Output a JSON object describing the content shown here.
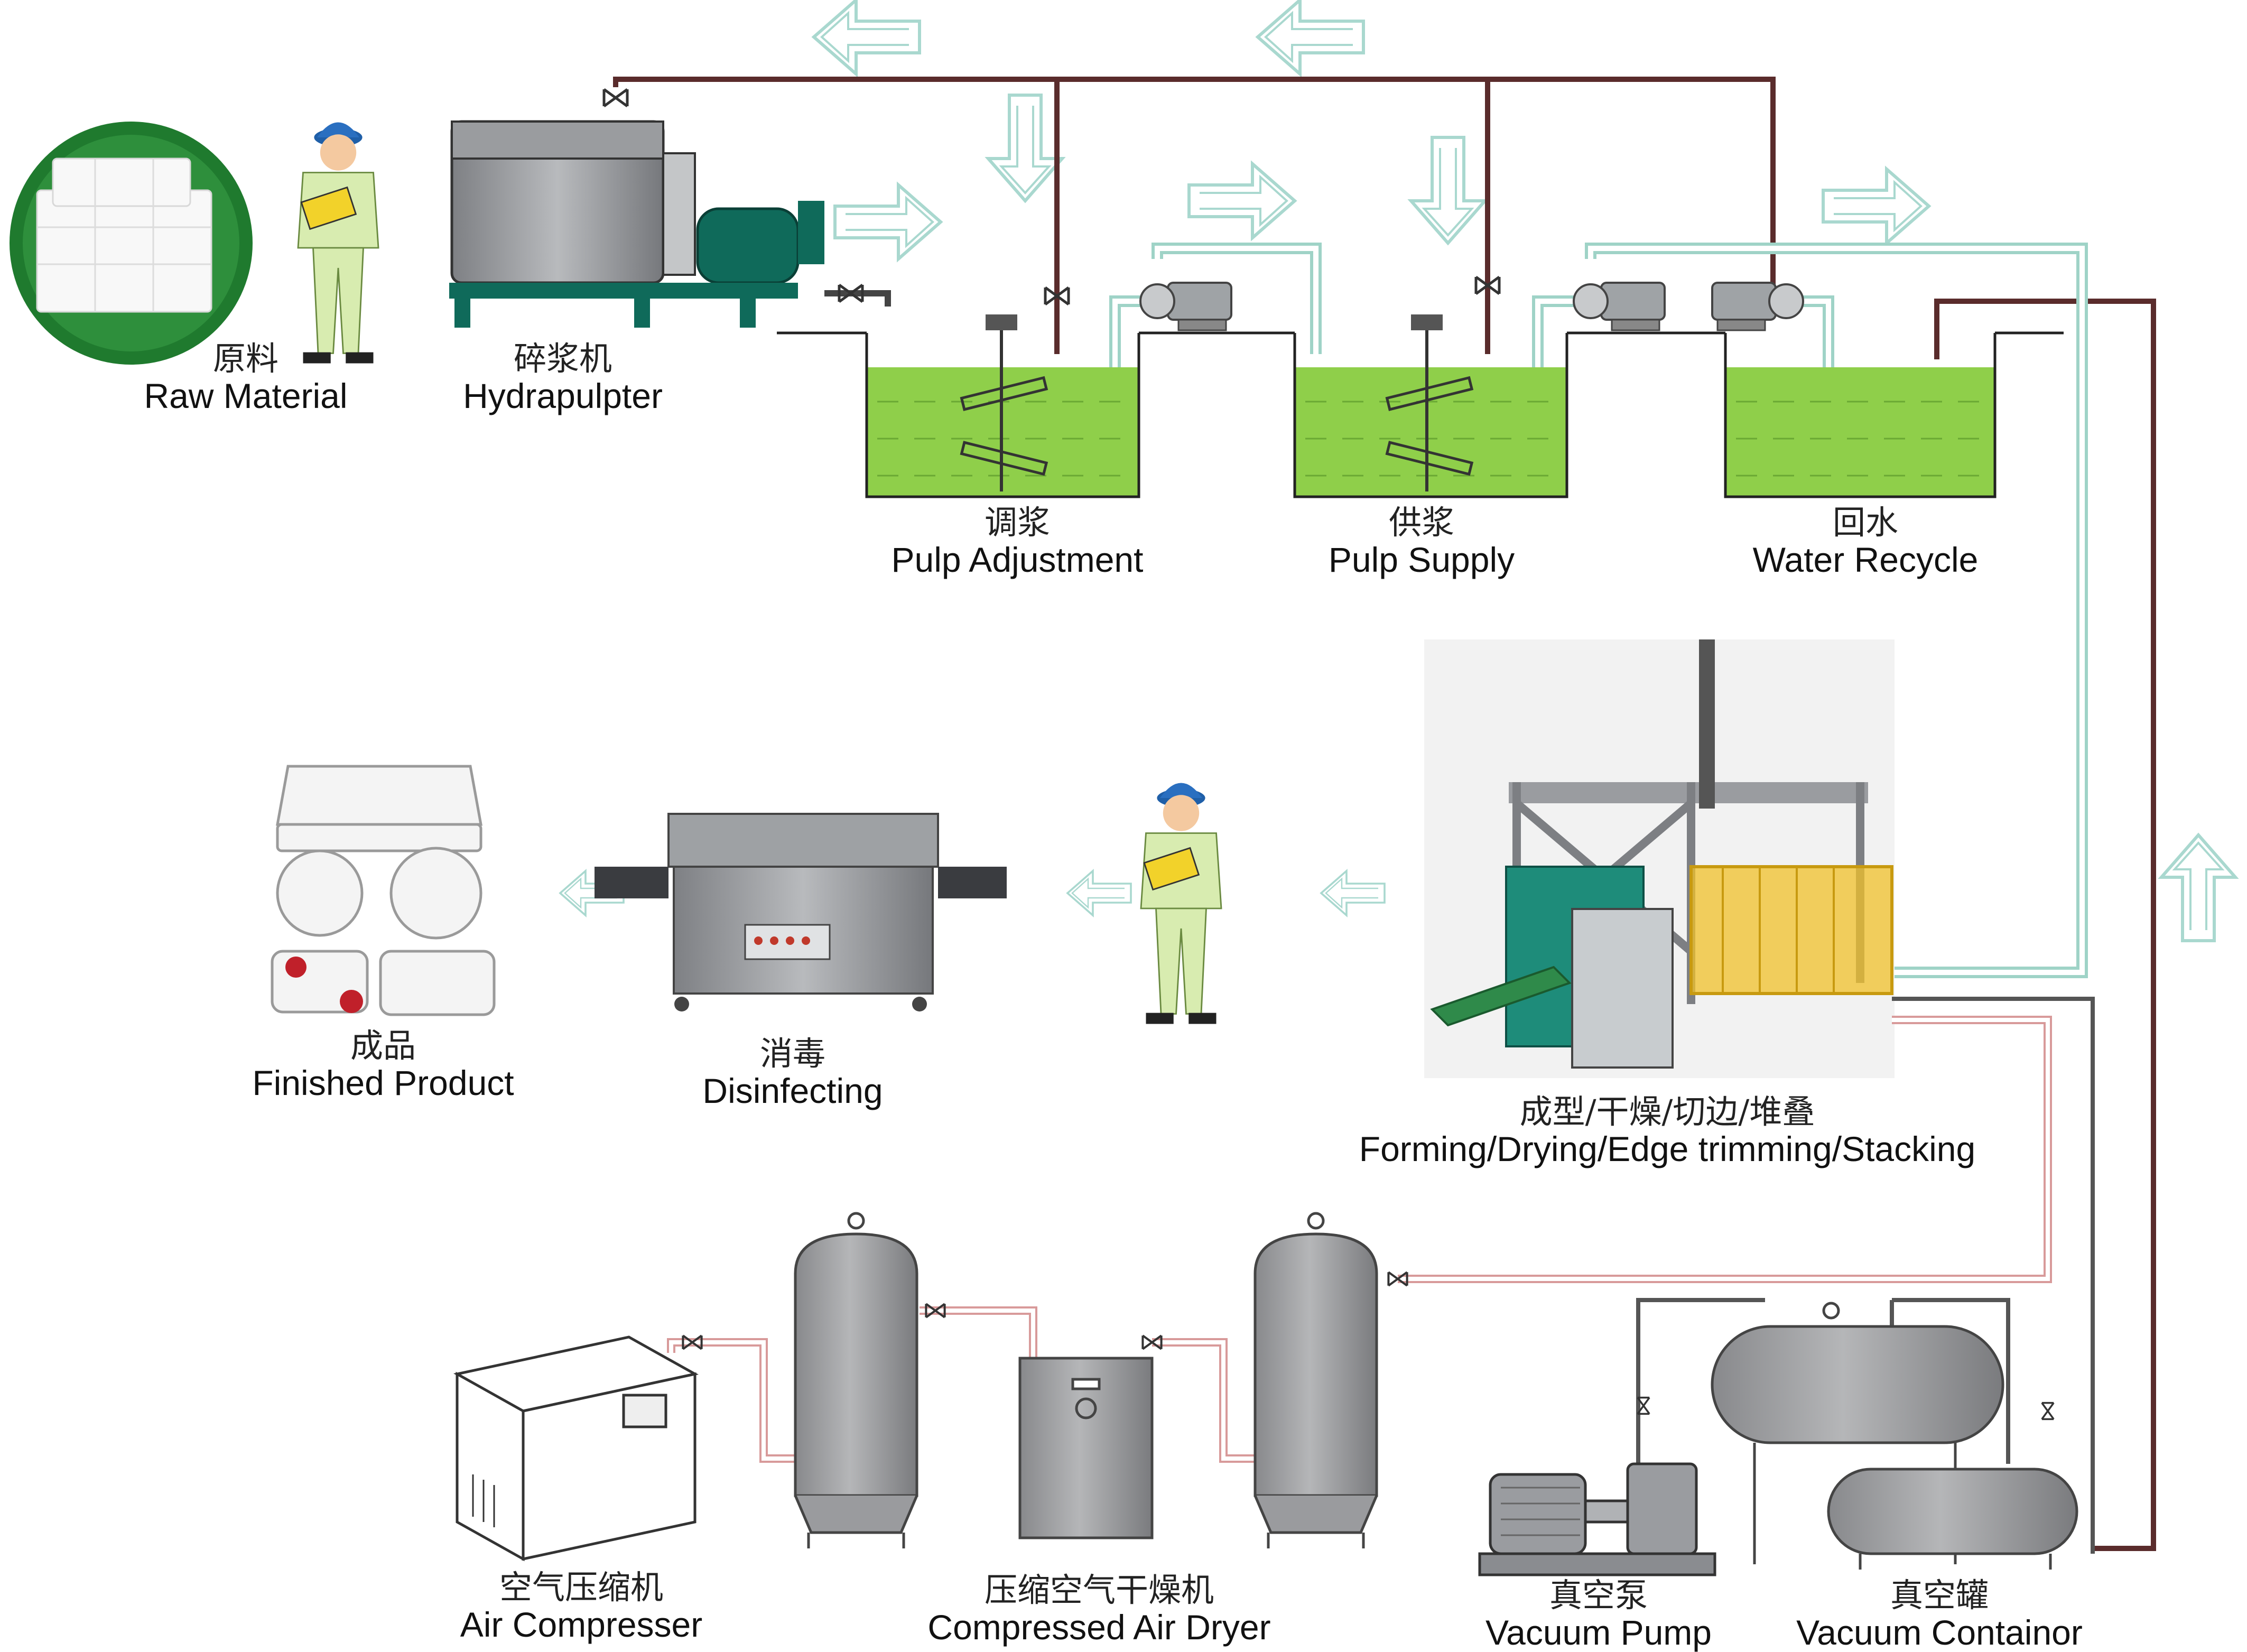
{
  "stations": {
    "raw_material": {
      "cn": "原料",
      "en": "Raw Material"
    },
    "hydrapulpter": {
      "cn": "碎浆机",
      "en": "Hydrapulpter"
    },
    "pulp_adjustment": {
      "cn": "调浆",
      "en": "Pulp Adjustment"
    },
    "pulp_supply": {
      "cn": "供浆",
      "en": "Pulp Supply"
    },
    "water_recycle": {
      "cn": "回水",
      "en": "Water Recycle"
    },
    "forming": {
      "cn": "成型/干燥/切边/堆叠",
      "en": "Forming/Drying/Edge trimming/Stacking"
    },
    "disinfecting": {
      "cn": "消毒",
      "en": "Disinfecting"
    },
    "finished_product": {
      "cn": "成品",
      "en": "Finished Product"
    },
    "air_compresser": {
      "cn": "空气压缩机",
      "en": "Air Compresser"
    },
    "air_dryer": {
      "cn": "压缩空气干燥机",
      "en": "Compressed Air Dryer"
    },
    "vacuum_pump": {
      "cn": "真空泵",
      "en": "Vacuum Pump"
    },
    "vacuum_container": {
      "cn": "真空罐",
      "en": "Vacuum Containor"
    }
  },
  "colors": {
    "tank_fill": "#8fcf4a",
    "water_pipe": "#5a2c2c",
    "pulp_pipe": "#9fd3c7",
    "air_pipe": "#d89a9a",
    "vacuum_pipe": "#555555",
    "machine_gray": "#8a8c90",
    "arrow_outline": "#a9d8cf"
  }
}
